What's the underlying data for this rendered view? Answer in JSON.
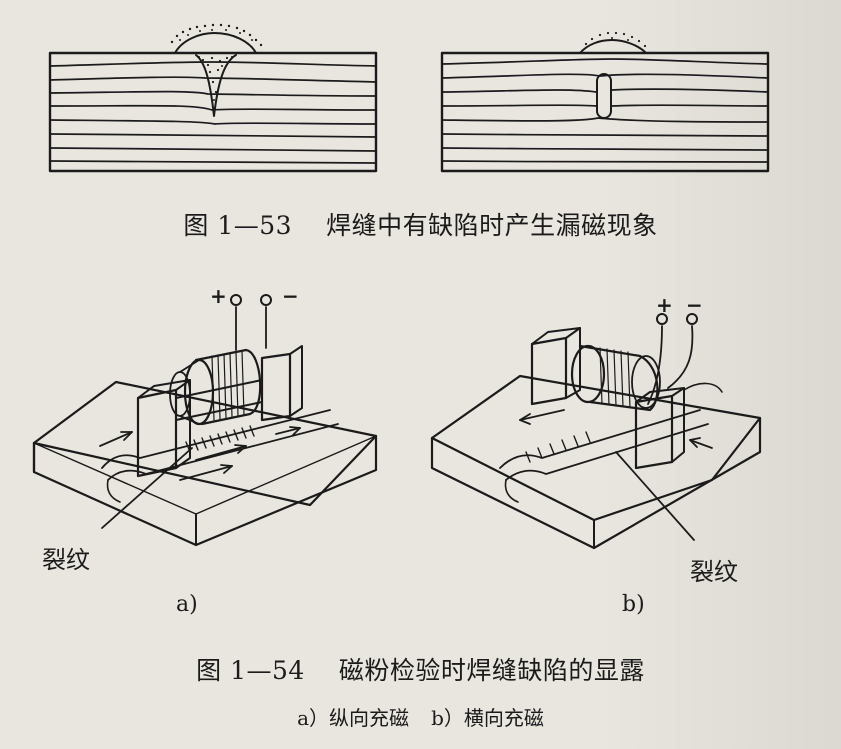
{
  "figure_53": {
    "caption_number": "图 1—53",
    "caption_text": "焊缝中有缺陷时产生漏磁现象"
  },
  "figure_54": {
    "caption_number": "图 1—54",
    "caption_text": "磁粉检验时焊缝缺陷的显露",
    "sub_caption_a": "a）纵向充磁",
    "sub_caption_b": "b）横向充磁",
    "panel_a": {
      "label": "a)",
      "crack_label": "裂纹",
      "plus": "+",
      "minus": "−"
    },
    "panel_b": {
      "label": "b)",
      "crack_label": "裂纹",
      "plus": "+",
      "minus": "−"
    }
  },
  "colors": {
    "paper": "#e9e6df",
    "ink": "#1b1b1b"
  }
}
